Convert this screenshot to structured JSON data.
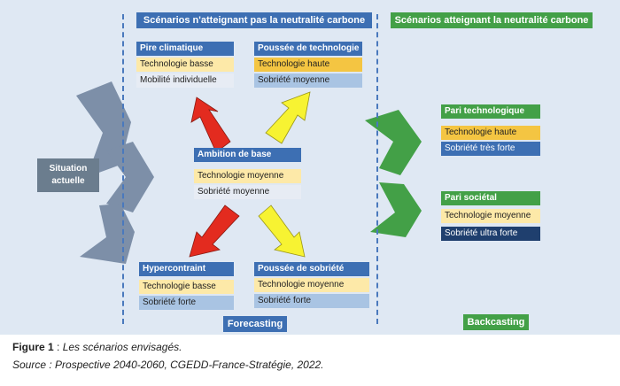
{
  "headers": {
    "not_neutral": "Scénarios n'atteignant pas la neutralité carbone",
    "neutral": "Scénarios atteignant la neutralité carbone"
  },
  "situation": "Situation actuelle",
  "scenarios": {
    "pire": {
      "title": "Pire climatique",
      "line1": "Technologie basse",
      "line2": "Mobilité individuelle"
    },
    "poussee_tech": {
      "title": "Poussée de technologie",
      "line1": "Technologie haute",
      "line2": "Sobriété moyenne"
    },
    "ambition": {
      "title": "Ambition de base",
      "line1": "Technologie moyenne",
      "line2": "Sobriété moyenne"
    },
    "hyper": {
      "title": "Hypercontraint",
      "line1": "Technologie basse",
      "line2": "Sobriété forte"
    },
    "poussee_sob": {
      "title": "Poussée de sobriété",
      "line1": "Technologie moyenne",
      "line2": "Sobriété forte"
    },
    "pari_tech": {
      "title": "Pari technologique",
      "line1": "Technologie haute",
      "line2": "Sobriété très forte"
    },
    "pari_soc": {
      "title": "Pari sociétal",
      "line1": "Technologie moyenne",
      "line2": "Sobriété ultra forte"
    }
  },
  "labels": {
    "forecasting": "Forecasting",
    "backcasting": "Backcasting"
  },
  "caption": {
    "figure_label": "Figure 1",
    "figure_sep": " : ",
    "figure_text": "Les scénarios envisagés.",
    "source": "Source : Prospective 2040-2060, CGEDD-France-Stratégie, 2022."
  },
  "colors": {
    "blue": "#3d6fb3",
    "green": "#43a047",
    "red_arrow": "#e32b1f",
    "yellow_arrow": "#f7f332",
    "chevron_grey": "#7d8fa8",
    "panel": "#dfe8f3"
  }
}
